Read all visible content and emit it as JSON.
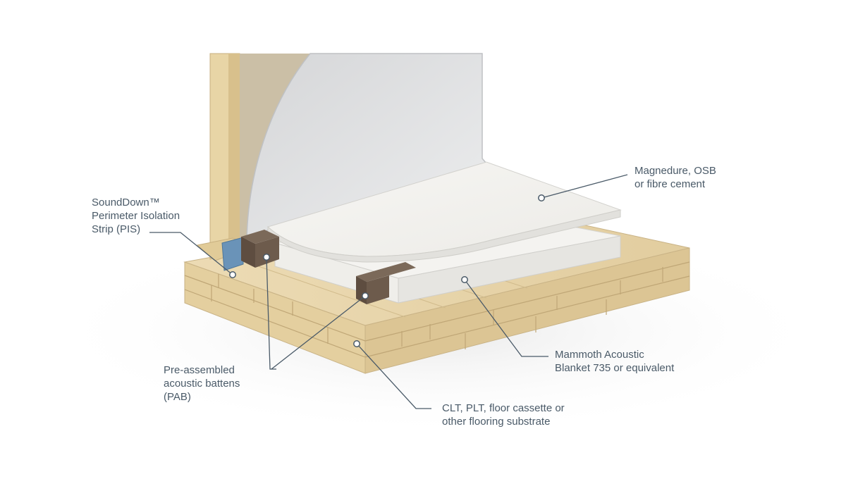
{
  "diagram": {
    "callouts": [
      {
        "id": "pis",
        "lines": [
          "SoundDown™",
          "Perimeter Isolation",
          "Strip (PIS)"
        ]
      },
      {
        "id": "board",
        "lines": [
          "Magnedure, OSB",
          "or fibre cement"
        ]
      },
      {
        "id": "blanket",
        "lines": [
          "Mammoth Acoustic",
          "Blanket 735 or equivalent"
        ]
      },
      {
        "id": "pab",
        "lines": [
          "Pre-assembled",
          "acoustic battens",
          "(PAB)"
        ]
      },
      {
        "id": "substrate",
        "lines": [
          "CLT, PLT, floor cassette or",
          "other flooring substrate"
        ]
      }
    ],
    "colors": {
      "label_text": "#4a5a68",
      "leader_line": "#4a5a68",
      "timber": "#e6d3a8",
      "timber_dark": "#cdb483",
      "board": "#f2f2ef",
      "wall": "#dedfe1",
      "strip": "#6a93b8",
      "batten": "#5a4a3e"
    }
  }
}
